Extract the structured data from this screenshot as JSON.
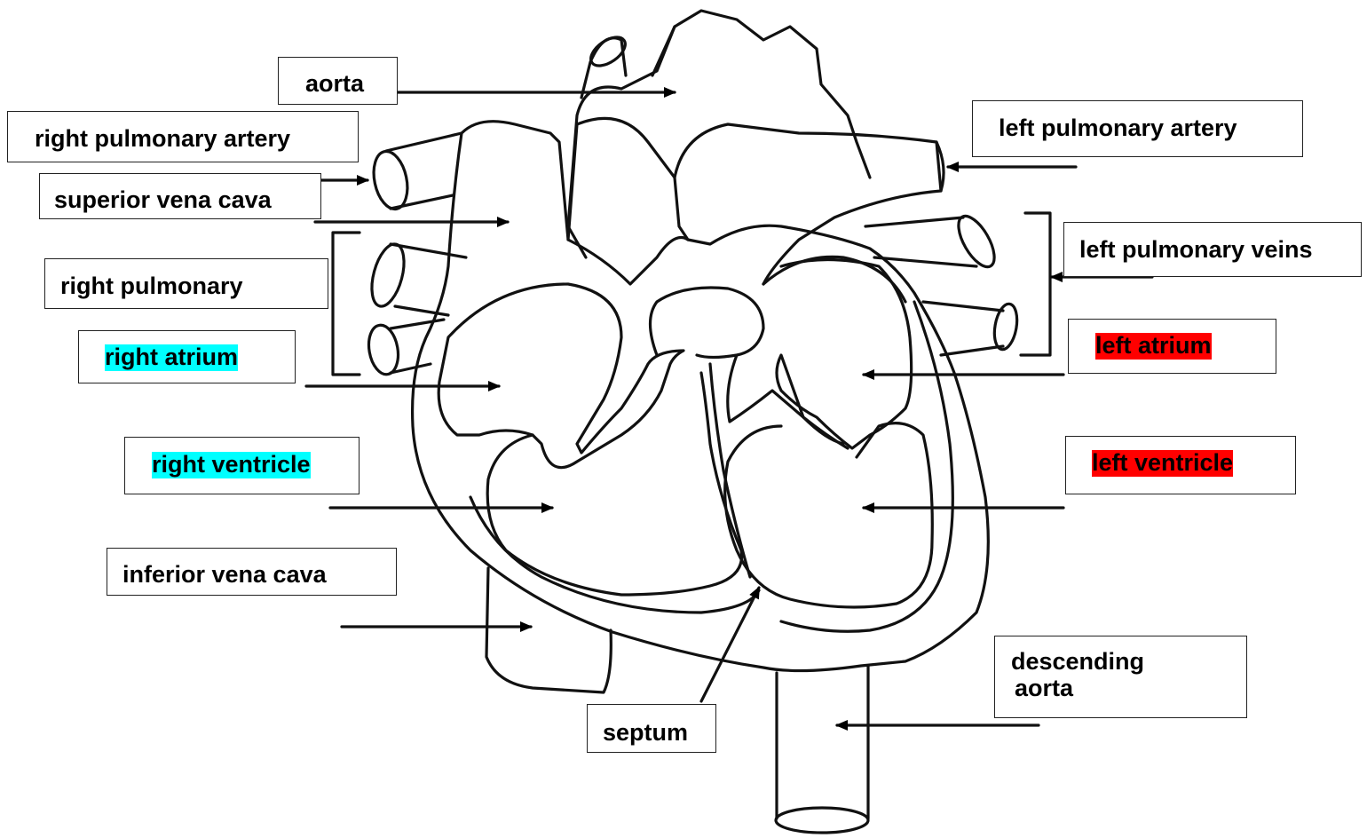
{
  "labels": {
    "aorta": "aorta",
    "right_pulmonary_artery": "right pulmonary artery",
    "superior_vena_cava": "superior vena cava",
    "right_pulmonary": "right pulmonary",
    "right_atrium": "right atrium",
    "right_ventricle": "right ventricle",
    "inferior_vena_cava": "inferior vena cava",
    "septum": "septum",
    "left_pulmonary_artery": "left pulmonary artery",
    "left_pulmonary_veins": "left pulmonary veins",
    "left_atrium": "left atrium",
    "left_ventricle": "left ventricle",
    "descending_aorta_line1": "descending",
    "descending_aorta_line2": "aorta"
  },
  "highlights": {
    "right_side": "#00ffff",
    "left_side": "#ff0000"
  }
}
